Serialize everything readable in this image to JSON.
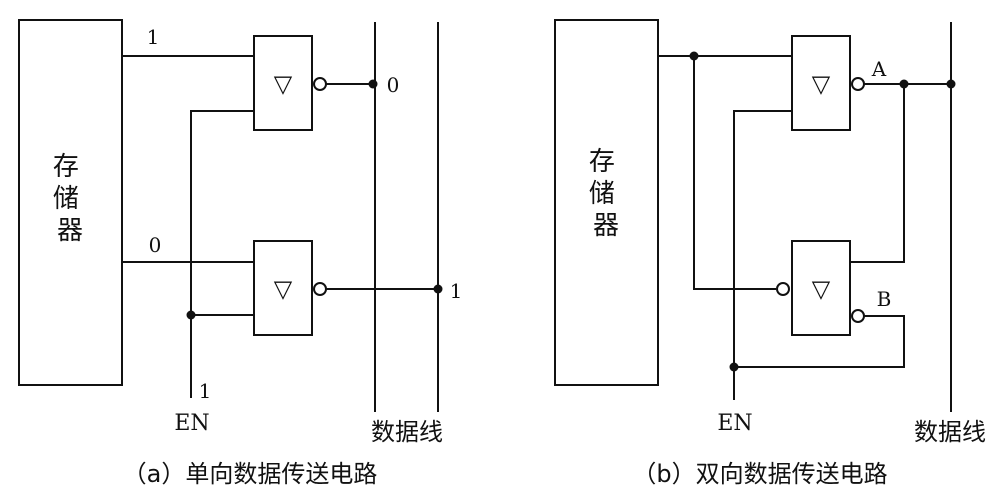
{
  "diagram_a": {
    "memory_label": "存\n储\n器",
    "upper_bit": "1",
    "upper_output": "0",
    "lower_bit": "0",
    "lower_output": "1",
    "enable_value": "1",
    "enable_label": "EN",
    "bus_label": "数据线",
    "caption": "（a）单向数据传送电路"
  },
  "diagram_b": {
    "memory_label": "存\n储\n器",
    "node_a": "A",
    "node_b": "B",
    "enable_label": "EN",
    "bus_label": "数据线",
    "caption": "（b）双向数据传送电路"
  },
  "gate_symbol": "▽"
}
